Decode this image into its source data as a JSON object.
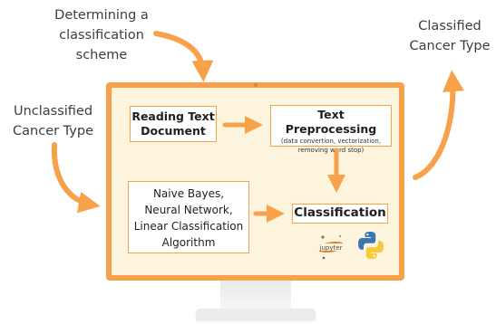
{
  "labels": {
    "scheme": [
      "Determining a",
      "classification",
      "scheme"
    ],
    "input": [
      "Unclassified",
      "Cancer Type"
    ],
    "output": [
      "Classified",
      "Cancer Type"
    ]
  },
  "boxes": {
    "reading": [
      "Reading Text",
      "Document"
    ],
    "preprocessing_title": "Text Preprocessing",
    "preprocessing_detail": [
      "(data convertion, vectorization,",
      "removing word stop)"
    ],
    "algorithms": [
      "Naive Bayes,",
      "Neural Network,",
      "Linear Classification",
      "Algorithm"
    ],
    "classification": "Classification"
  },
  "logos": {
    "jupyter_text": "jupyter",
    "jupyter_icon": "jupyter-icon",
    "python_icon": "python-icon"
  },
  "colors": {
    "accent": "#f7a24a",
    "screen": "#fdf4de"
  }
}
